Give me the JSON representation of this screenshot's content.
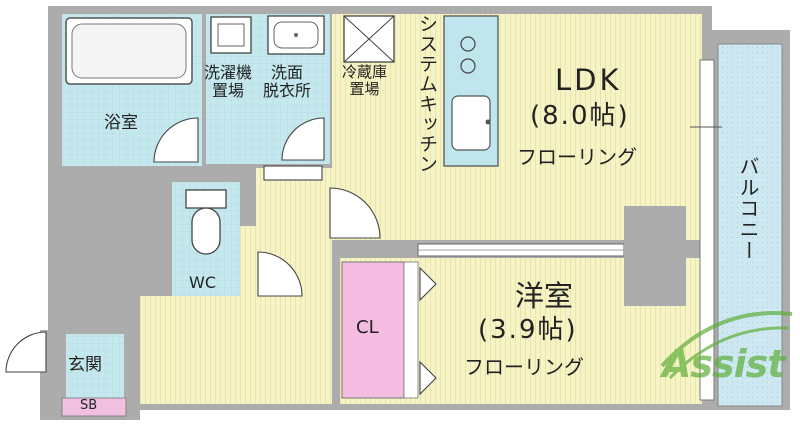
{
  "rooms": {
    "bath": "浴室",
    "washer": "洗濯機\n置場",
    "washroom": "洗面\n脱衣所",
    "fridge": "冷蔵庫\n置場",
    "kitchen": "システムキッチン",
    "ldk_name": "LDK",
    "ldk_size": "(8.0帖)",
    "ldk_floor": "フローリング",
    "western_name": "洋室",
    "western_size": "(3.9帖)",
    "western_floor": "フローリング",
    "closet": "CL",
    "toilet": "WC",
    "entrance": "玄関",
    "shoebox": "SB",
    "balcony": "バルコニー"
  },
  "watermark": "Assist",
  "colors": {
    "wall": "#aeaeae",
    "wet_area": "#bfe6ec",
    "flooring": "#f5f2c4",
    "closet": "#f4bfe0",
    "shoebox": "#f4bfe0",
    "balcony": "#c9e6f0",
    "watermark_green": "#5fae3a"
  }
}
